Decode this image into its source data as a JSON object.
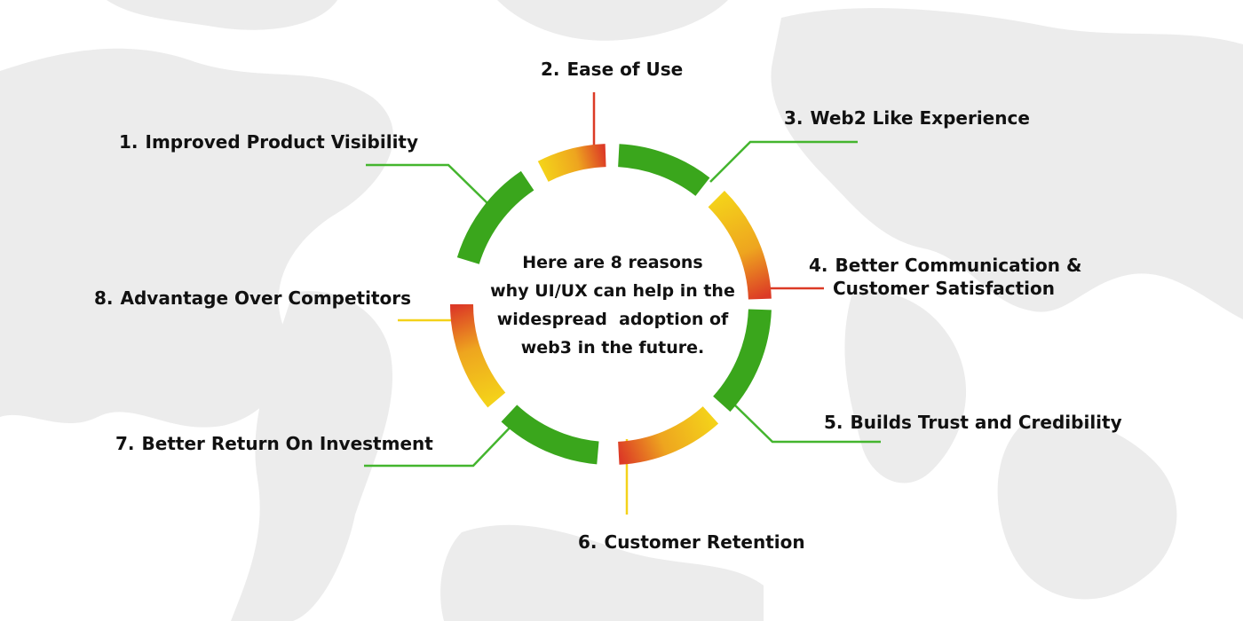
{
  "colors": {
    "green": "#3aa61c",
    "yellow": "#f4d21a",
    "red": "#dc3a26",
    "leader_green": "#44b52e",
    "map_grey": "#e9e9e9"
  },
  "center": {
    "lines": [
      "Here are 8 reasons",
      "why UI/UX can help in the",
      "widespread  adoption of",
      "web3 in the future."
    ]
  },
  "reasons": [
    {
      "num": "1.",
      "text": [
        "Improved Product Visibility"
      ],
      "style": "green"
    },
    {
      "num": "2.",
      "text": [
        "Ease of Use"
      ],
      "style": "warm"
    },
    {
      "num": "3.",
      "text": [
        "Web2 Like Experience"
      ],
      "style": "green"
    },
    {
      "num": "4.",
      "text": [
        "Better Communication &",
        "Customer Satisfaction"
      ],
      "style": "warm"
    },
    {
      "num": "5.",
      "text": [
        "Builds Trust and Credibility"
      ],
      "style": "green"
    },
    {
      "num": "6.",
      "text": [
        "Customer Retention"
      ],
      "style": "warm"
    },
    {
      "num": "7.",
      "text": [
        "Better Return On Investment"
      ],
      "style": "green"
    },
    {
      "num": "8.",
      "text": [
        "Advantage Over Competitors"
      ],
      "style": "warm"
    }
  ]
}
